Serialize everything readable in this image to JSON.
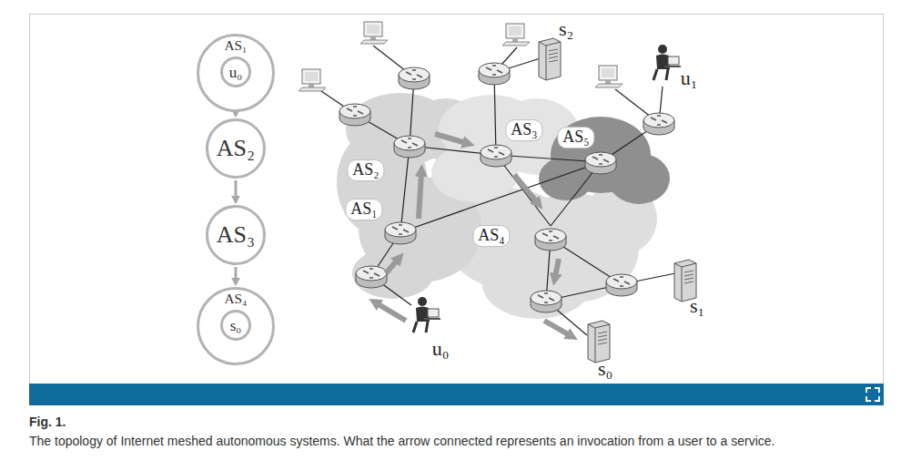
{
  "diagram": {
    "title": "Fig. 1.",
    "caption": "The topology of Internet meshed autonomous systems. What the arrow connected represents an invocation from a user to a service.",
    "nodes": [
      {
        "text": [
          "AS₁"
        ]
      },
      {
        "text": [
          "u₀"
        ],
        "in": 0
      },
      {
        "text": [
          "AS₂"
        ]
      },
      {
        "text": [
          "AS₃"
        ]
      },
      {
        "text": [
          "AS₄"
        ]
      },
      {
        "text": [
          "s₀"
        ],
        "in": 4
      }
    ],
    "edges": [
      {
        "from": 0,
        "to": 2,
        "arrow": "to"
      },
      {
        "from": 2,
        "to": 3,
        "arrow": "to"
      },
      {
        "from": 3,
        "to": 4,
        "arrow": "to"
      }
    ],
    "labels": [
      "s₂",
      "u₁",
      "AS₃",
      "AS₅",
      "AS₂",
      "AS₁",
      "AS₄",
      "s₁",
      "u₀",
      "s₀"
    ]
  }
}
